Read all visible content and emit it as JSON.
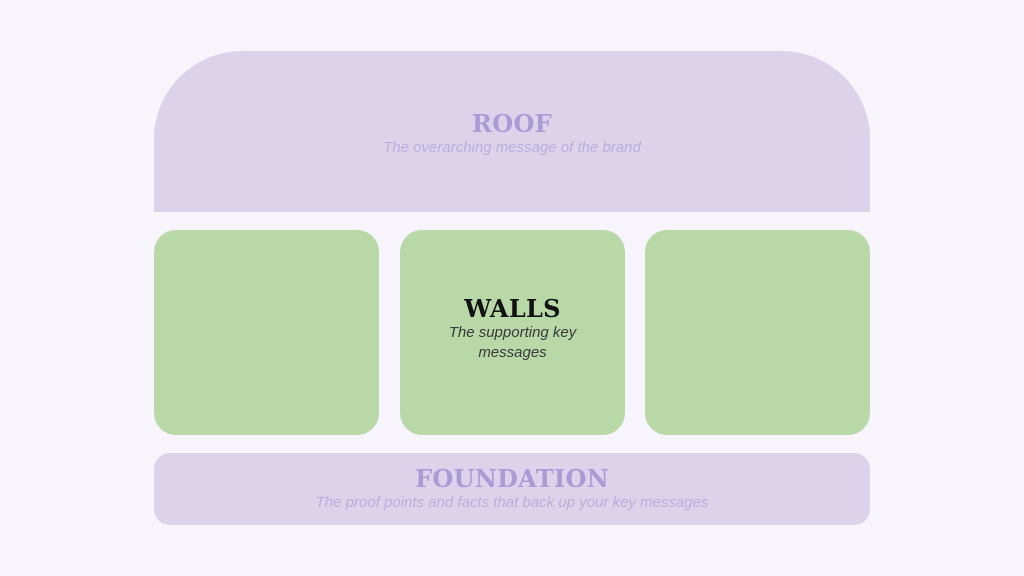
{
  "colors": {
    "background": "#f7f4fc",
    "roof_fill": "#dcd3ea",
    "wall_fill": "#b8d8a8",
    "foundation_fill": "#dcd3ea",
    "roof_text": "#a99bd6",
    "wall_text": "#111111"
  },
  "roof": {
    "title": "ROOF",
    "subtitle": "The overarching message of the brand"
  },
  "walls": {
    "title": "WALLS",
    "subtitle": "The supporting key messages"
  },
  "foundation": {
    "title": "FOUNDATION",
    "subtitle": "The proof points and facts that back up your key messages"
  }
}
